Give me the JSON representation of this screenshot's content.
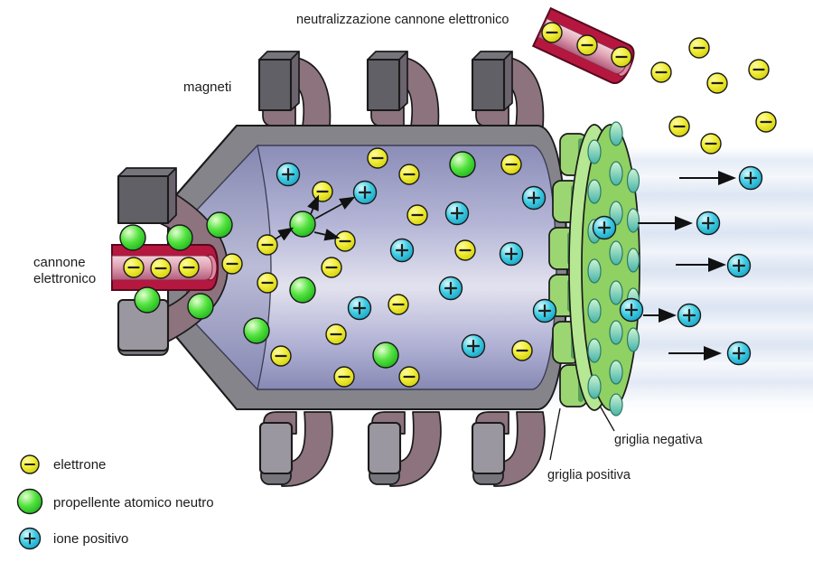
{
  "labels": {
    "neutralizer": "neutralizzazione cannone elettronico",
    "magnets": "magneti",
    "electron_gun_lines": [
      "cannone",
      "elettronico"
    ],
    "grid_positive": "griglia positiva",
    "grid_negative": "griglia negativa"
  },
  "legend": {
    "items": [
      {
        "symbol": "electron",
        "label": "elettrone"
      },
      {
        "symbol": "neutral-propellant",
        "label": "propellente atomico neutro"
      },
      {
        "symbol": "positive-ion",
        "label": "ione positivo"
      }
    ]
  },
  "colors": {
    "electron_yellow": "#f2ee3a",
    "propellant_green": "#3ed83a",
    "ion_cyan": "#3cc8e0",
    "grid_green": "#8fd163",
    "casing_gray": "#84848a",
    "magnet_mauve": "#8c737e",
    "gun_red": "#b5173f",
    "chamber_lavender": "#b9badb",
    "beam_blue": "#dbe4f2"
  },
  "particles": {
    "radius": {
      "electron": 11,
      "propellant": 14,
      "ion": 12.5
    },
    "electrons": {
      "chamber": [
        [
          418,
          175
        ],
        [
          453,
          193
        ],
        [
          566,
          182
        ],
        [
          357,
          212
        ],
        [
          462,
          238
        ],
        [
          296,
          271
        ],
        [
          382,
          267
        ],
        [
          515,
          277
        ],
        [
          296,
          313
        ],
        [
          367,
          296
        ],
        [
          441,
          337
        ],
        [
          372,
          370
        ],
        [
          311,
          394
        ],
        [
          578,
          388
        ],
        [
          381,
          417
        ],
        [
          453,
          417
        ],
        [
          257,
          292
        ]
      ],
      "gun": [
        [
          148,
          296
        ],
        [
          178,
          297
        ],
        [
          209,
          296
        ]
      ],
      "neutralizer_tube": [
        [
          611,
          36
        ],
        [
          650,
          50
        ],
        [
          688,
          63
        ]
      ],
      "sprayed": [
        [
          774,
          53
        ],
        [
          732,
          80
        ],
        [
          794,
          92
        ],
        [
          840,
          77
        ],
        [
          848,
          135
        ],
        [
          752,
          140
        ],
        [
          787,
          159
        ]
      ]
    },
    "propellants": [
      [
        147,
        263
      ],
      [
        199,
        263
      ],
      [
        163,
        332
      ],
      [
        222,
        339
      ],
      [
        243,
        249
      ],
      [
        335,
        248
      ],
      [
        335,
        321
      ],
      [
        284,
        366
      ],
      [
        427,
        393
      ],
      [
        512,
        182
      ]
    ],
    "ions": {
      "chamber": [
        [
          319,
          193
        ],
        [
          404,
          213
        ],
        [
          506,
          236
        ],
        [
          591,
          219
        ],
        [
          445,
          277
        ],
        [
          566,
          281
        ],
        [
          499,
          319
        ],
        [
          398,
          341
        ],
        [
          603,
          344
        ],
        [
          524,
          383
        ]
      ],
      "at_grid": [
        [
          669,
          252
        ],
        [
          699,
          343
        ]
      ],
      "beam": [
        [
          831,
          197
        ],
        [
          784,
          247
        ],
        [
          818,
          294
        ],
        [
          763,
          349
        ],
        [
          818,
          391
        ]
      ]
    }
  },
  "arrows": {
    "beam": [
      [
        752,
        197,
        812,
        197
      ],
      [
        706,
        247,
        764,
        247
      ],
      [
        748,
        293,
        801,
        293
      ],
      [
        712,
        349,
        746,
        349
      ],
      [
        740,
        391,
        796,
        391
      ]
    ],
    "collision": [
      [
        304,
        265,
        323,
        253
      ],
      [
        344,
        237,
        352,
        218
      ],
      [
        349,
        242,
        391,
        219
      ],
      [
        348,
        257,
        374,
        263
      ]
    ]
  }
}
